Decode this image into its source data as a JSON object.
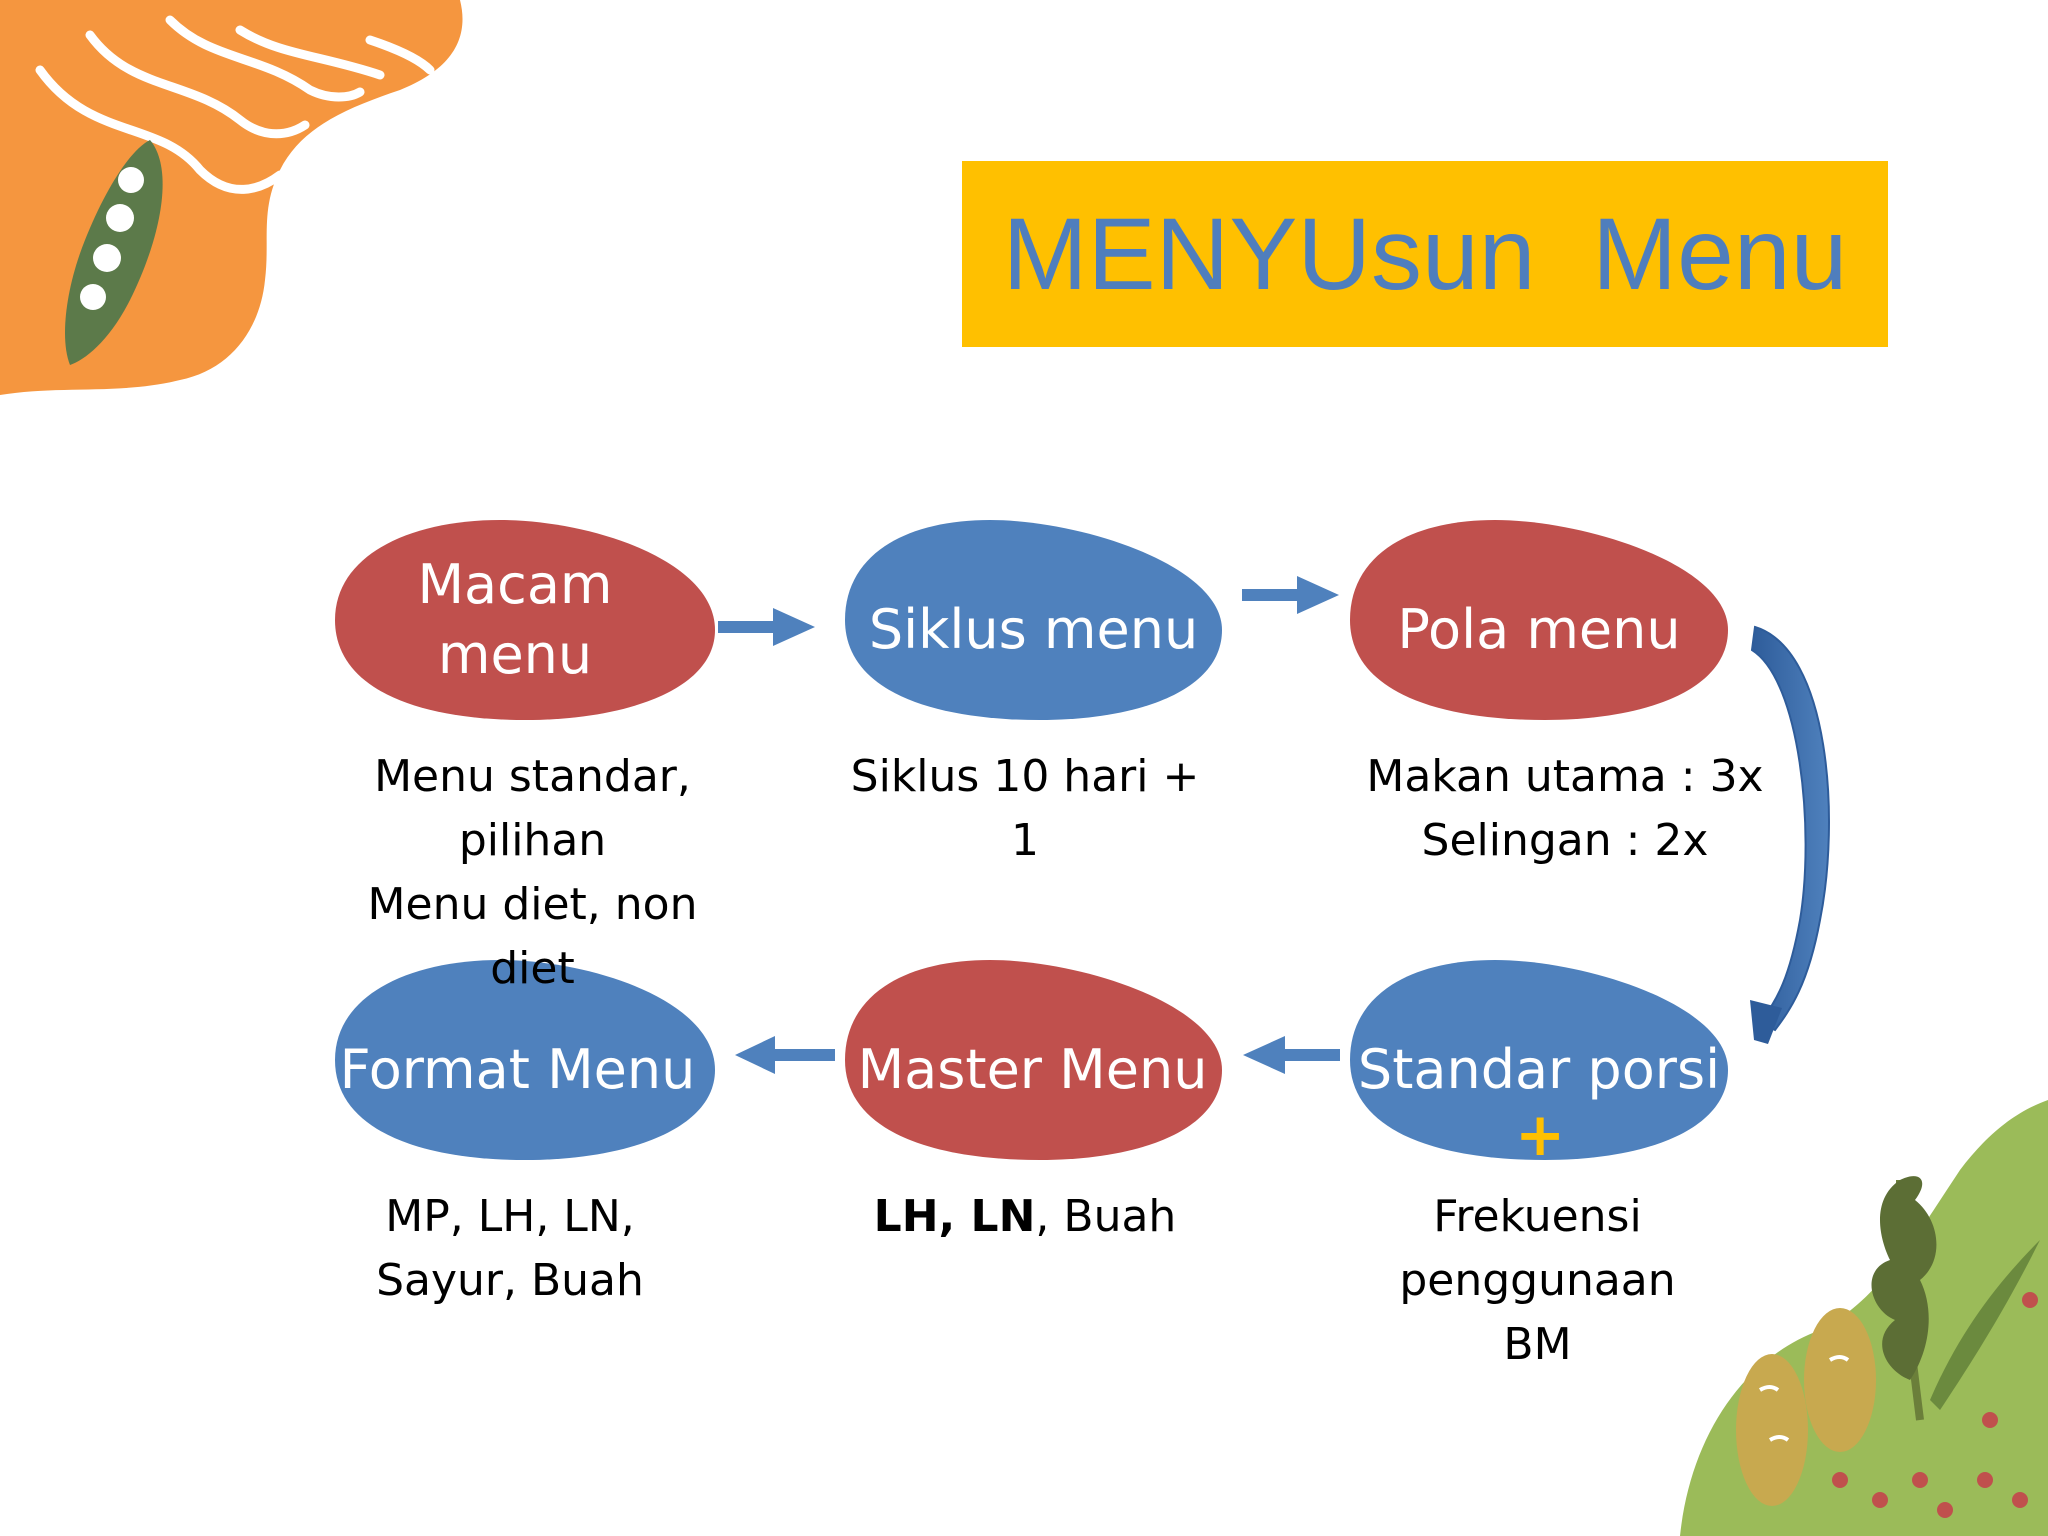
{
  "title": "MENYUsun  Menu",
  "colors": {
    "accent_yellow": "#FFC000",
    "node_red": "#C0504D",
    "node_blue": "#4F81BD",
    "arrow_blue": "#4F81BD",
    "title_text": "#4F7EBD",
    "deco_orange": "#F5963F",
    "deco_green": "#9BBB59"
  },
  "nodes": {
    "macam": {
      "line1": "Macam",
      "line2": "menu"
    },
    "siklus": {
      "label": "Siklus menu"
    },
    "pola": {
      "label": "Pola menu"
    },
    "format": {
      "label": "Format Menu"
    },
    "master": {
      "label": "Master Menu"
    },
    "standar": {
      "label": "Standar porsi",
      "plus": "+"
    }
  },
  "captions": {
    "macam": {
      "line1": "Menu standar,",
      "line2": "pilihan",
      "line3": "Menu diet, non",
      "line4": "diet"
    },
    "siklus": {
      "line1": "Siklus 10 hari +",
      "line2": "1"
    },
    "pola": {
      "line1": "Makan utama : 3x",
      "line2": "Selingan : 2x"
    },
    "format": {
      "line1": "MP, LH, LN,",
      "line2": "Sayur, Buah"
    },
    "master": {
      "bold": "LH, LN",
      "rest": ", Buah"
    },
    "standar": {
      "line1": "Frekuensi",
      "line2": "penggunaan",
      "line3": "BM"
    }
  },
  "decorations": {
    "top_left": [
      "orange-blob-icon",
      "pea-pod-icon"
    ],
    "bottom_right": [
      "green-hill-icon",
      "potato-icon",
      "leafy-green-icon"
    ]
  }
}
